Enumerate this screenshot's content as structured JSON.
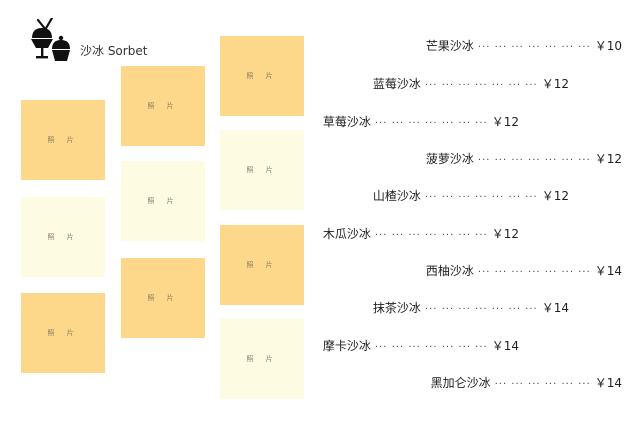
{
  "brand": "沙冰 Sorbet",
  "photo_label": "照 片",
  "colors": {
    "dark_tile": "#fdd78a",
    "light_tile": "#fefbe3"
  },
  "icons": [
    "ice-cream-sundae-icon",
    "cupcake-icon"
  ],
  "menu": [
    {
      "name": "芒果沙冰",
      "dots": "··· ··· ··· ··· ··· ··· ···",
      "price": "￥10"
    },
    {
      "name": "蓝莓沙冰",
      "dots": "··· ··· ··· ··· ··· ··· ···",
      "price": "￥12"
    },
    {
      "name": "草莓沙冰",
      "dots": "··· ··· ··· ··· ··· ··· ···",
      "price": "￥12"
    },
    {
      "name": "菠萝沙冰",
      "dots": "··· ··· ··· ··· ··· ··· ···",
      "price": "￥12"
    },
    {
      "name": "山楂沙冰",
      "dots": "··· ··· ··· ··· ··· ··· ···",
      "price": "￥12"
    },
    {
      "name": "木瓜沙冰",
      "dots": "··· ··· ··· ··· ··· ··· ···",
      "price": "￥12"
    },
    {
      "name": "西柚沙冰",
      "dots": "··· ··· ··· ··· ··· ··· ···",
      "price": "￥14"
    },
    {
      "name": "抹茶沙冰",
      "dots": "··· ··· ··· ··· ··· ··· ···",
      "price": "￥14"
    },
    {
      "name": "摩卡沙冰",
      "dots": "··· ··· ··· ··· ··· ··· ···",
      "price": "￥14"
    },
    {
      "name": "黑加仑沙冰",
      "dots": "··· ··· ··· ··· ··· ···",
      "price": "￥14"
    }
  ]
}
